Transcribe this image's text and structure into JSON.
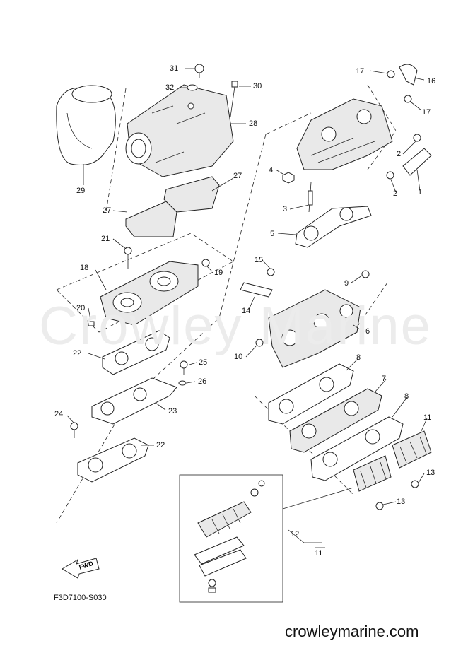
{
  "watermark": "Crowley Marine",
  "diagram_code": "F3D7100-S030",
  "site_footer": "crowleymarine.com",
  "fwd_label": "FWD",
  "part_labels": [
    "31",
    "32",
    "30",
    "28",
    "29",
    "27",
    "27",
    "21",
    "18",
    "19",
    "20",
    "22",
    "25",
    "26",
    "23",
    "24",
    "22",
    "17",
    "16",
    "17",
    "2",
    "2",
    "1",
    "4",
    "3",
    "5",
    "15",
    "9",
    "14",
    "6",
    "10",
    "8",
    "7",
    "8",
    "11",
    "13",
    "13",
    "12",
    "11"
  ]
}
